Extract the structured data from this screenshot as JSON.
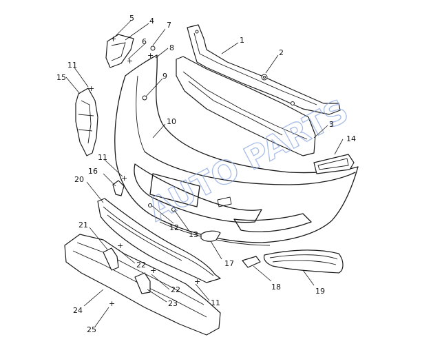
{
  "watermark": "AUTO PARTS",
  "callouts": [
    "1",
    "2",
    "3",
    "4",
    "5",
    "6",
    "7",
    "8",
    "9",
    "10",
    "11",
    "11",
    "11",
    "12",
    "13",
    "14",
    "15",
    "16",
    "17",
    "18",
    "19",
    "20",
    "21",
    "22",
    "22",
    "23",
    "24",
    "25"
  ]
}
